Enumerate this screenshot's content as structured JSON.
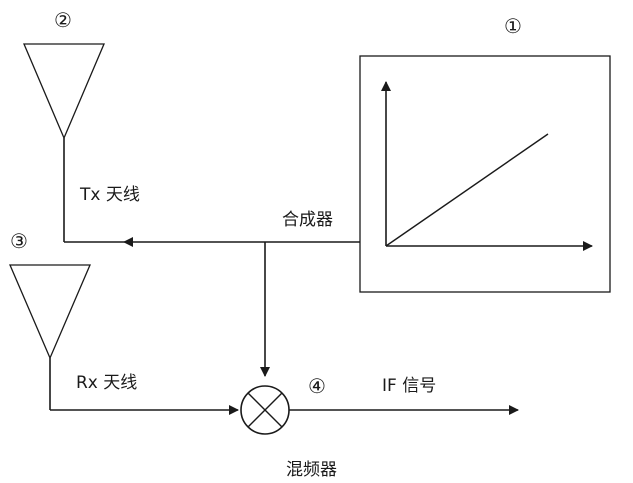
{
  "markers": {
    "synth": "①",
    "tx": "②",
    "rx": "③",
    "mixer": "④"
  },
  "labels": {
    "tx_antenna": "Tx 天线",
    "rx_antenna": "Rx 天线",
    "synthesizer": "合成器",
    "if_signal": "IF 信号",
    "mixer": "混频器"
  }
}
